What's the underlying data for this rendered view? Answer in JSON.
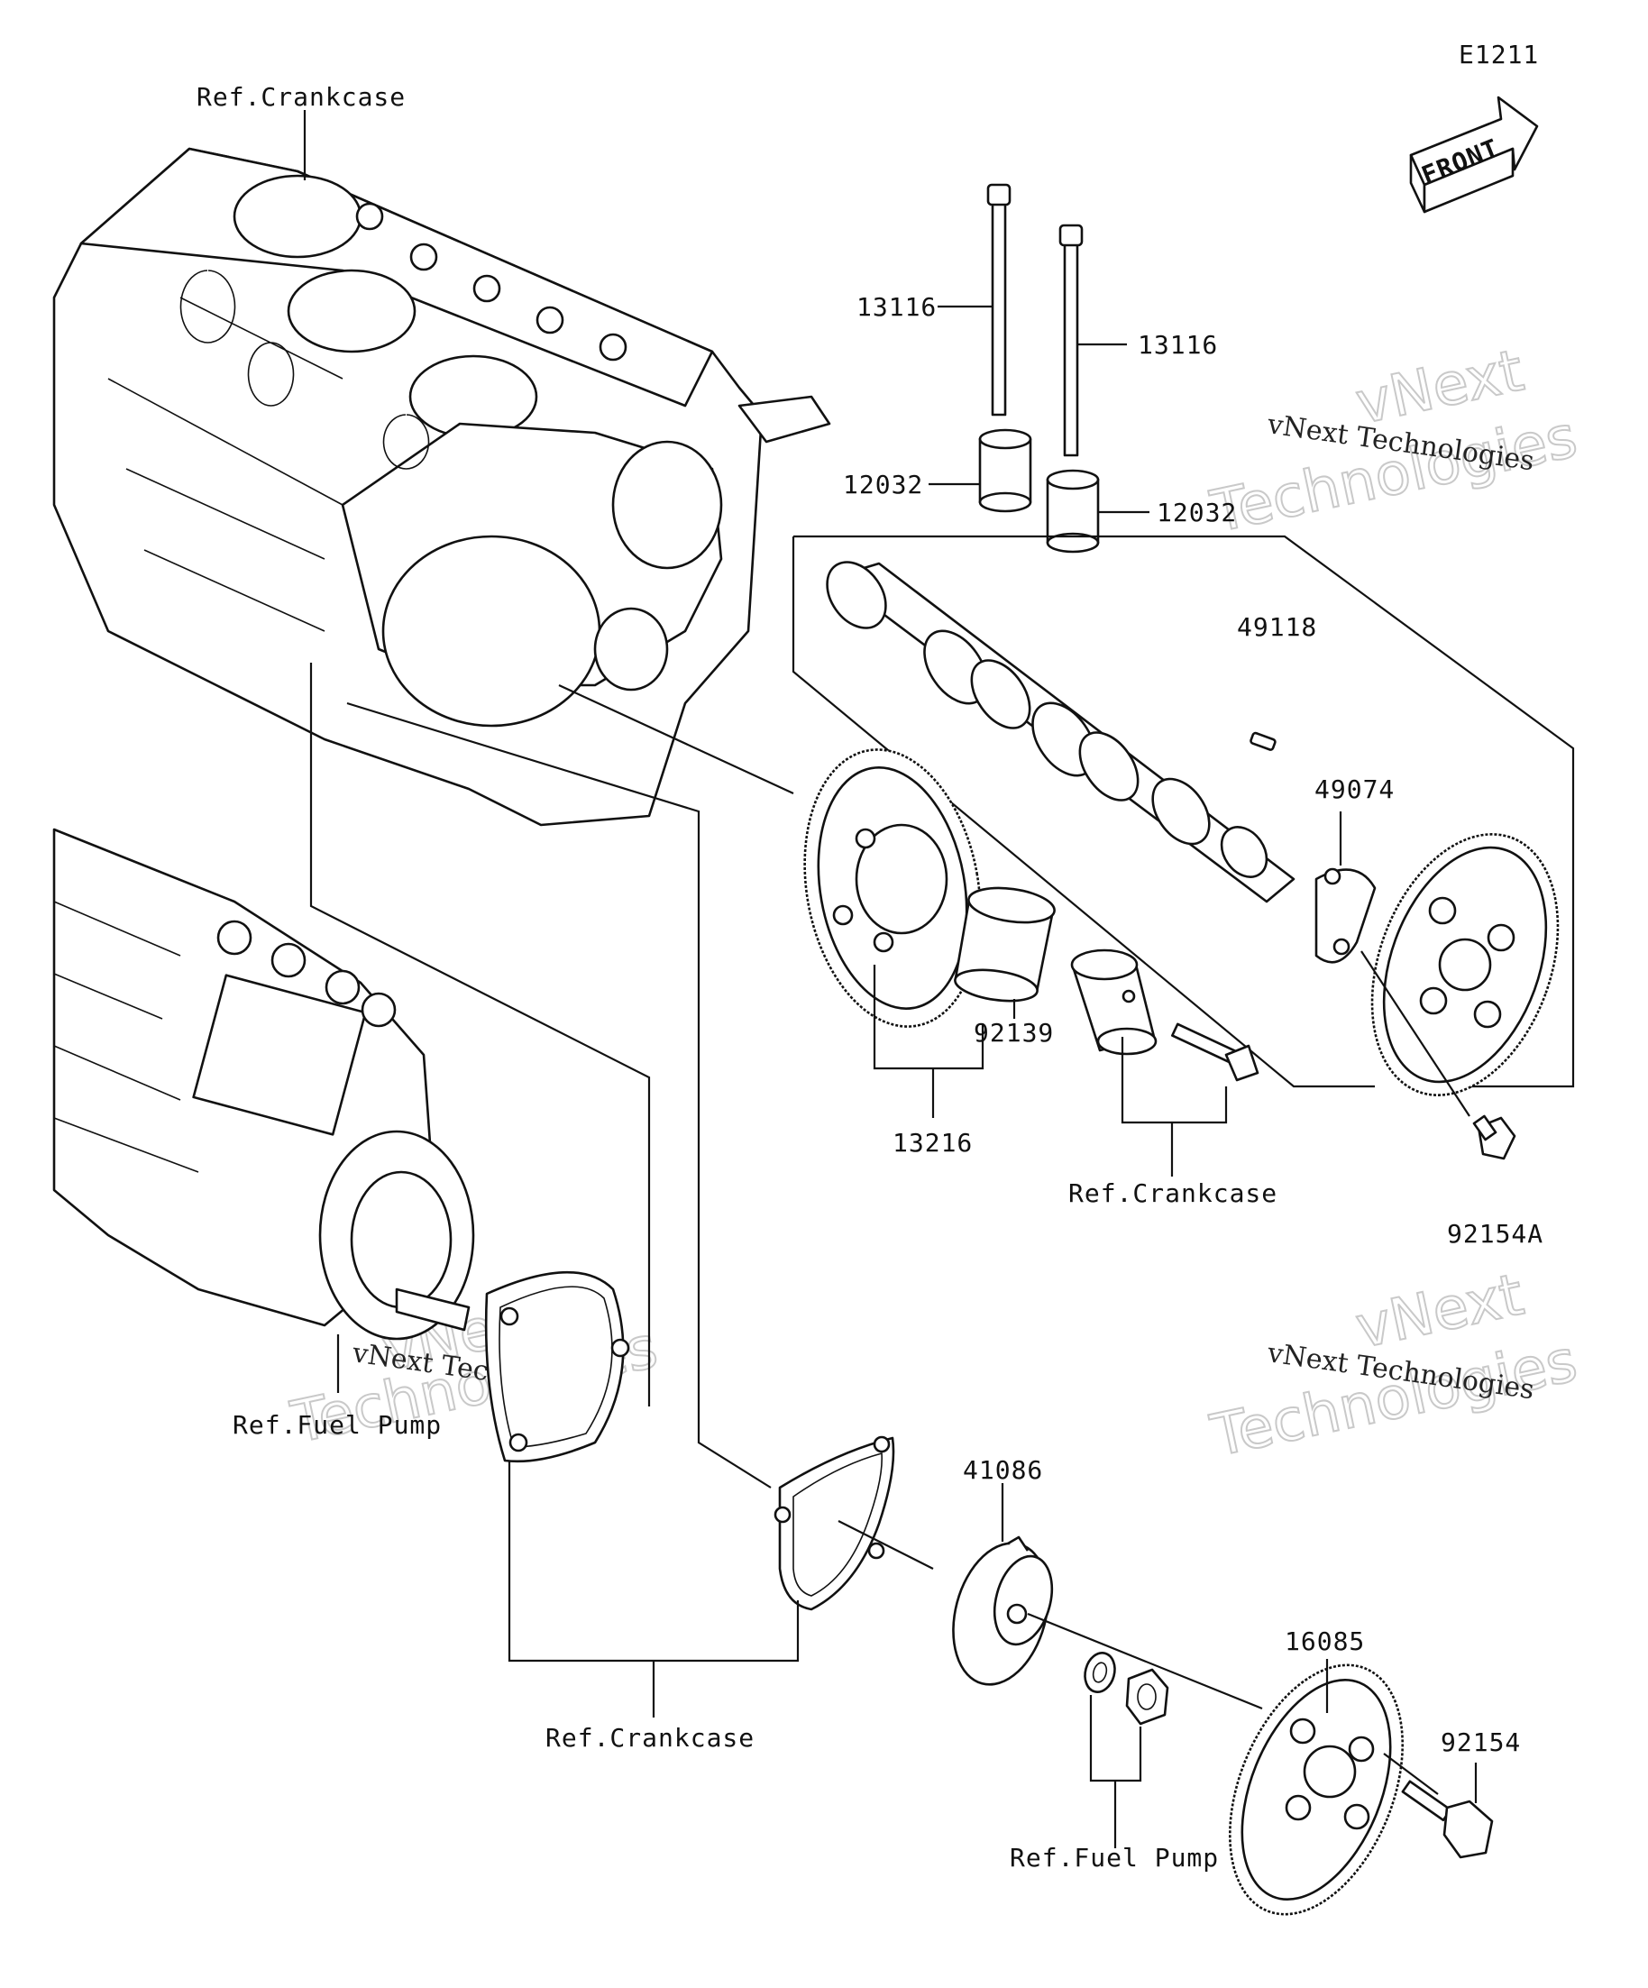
{
  "diagram_code": "E1211",
  "front_arrow_label": "FRONT",
  "watermark": {
    "brand_big": "vNext",
    "brand_big2": "Technologies",
    "brand_small": "vNext Technologies"
  },
  "ref_labels": {
    "crankcase_top": "Ref.Crankcase",
    "crankcase_mid": "Ref.Crankcase",
    "crankcase_bottom": "Ref.Crankcase",
    "fuel_pump_left": "Ref.Fuel Pump",
    "fuel_pump_bottom": "Ref.Fuel Pump"
  },
  "part_numbers": {
    "pushrod_left": "13116",
    "pushrod_right": "13116",
    "tappet_left": "12032",
    "tappet_right": "12032",
    "camshaft_assy": "49118",
    "plate": "49074",
    "bushing": "92139",
    "idle_gear_assy": "13216",
    "bolt_a": "92154A",
    "hub": "41086",
    "pump_gear": "16085",
    "bolt": "92154"
  }
}
